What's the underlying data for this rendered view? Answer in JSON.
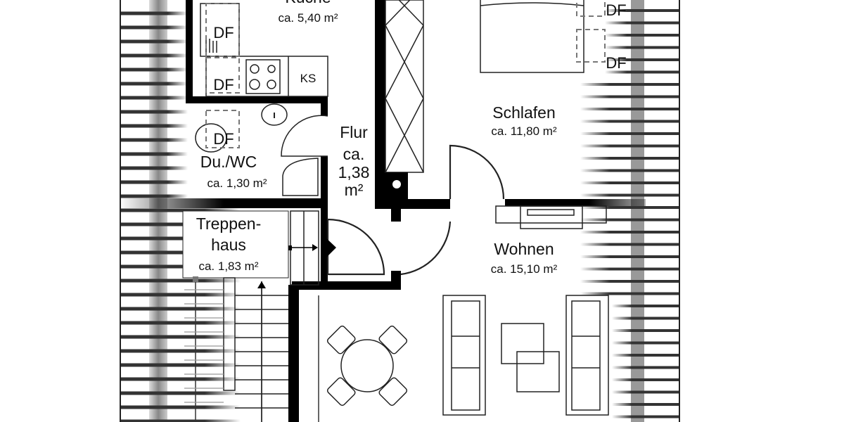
{
  "rooms": {
    "kueche": {
      "name": "Küche",
      "area": "ca. 5,40  m²"
    },
    "du_wc": {
      "name": "Du./WC",
      "area": "ca.  1,30 m²"
    },
    "flur": {
      "name": "Flur",
      "ca": "ca.",
      "area": "1,38",
      "unit": "m²"
    },
    "schlafen": {
      "name": "Schlafen",
      "area": "ca.  11,80  m²"
    },
    "wohnen": {
      "name": "Wohnen",
      "area": "ca.  15,10  m²"
    },
    "treppenhaus": {
      "name_line1": "Treppen-",
      "name_line2": "haus",
      "area": "ca. 1,83 m²"
    }
  },
  "symbols": {
    "skylight": "DF",
    "fridge": "KS"
  },
  "colors": {
    "wall": "#000000",
    "roof_band": "#888888",
    "background": "#ffffff"
  }
}
